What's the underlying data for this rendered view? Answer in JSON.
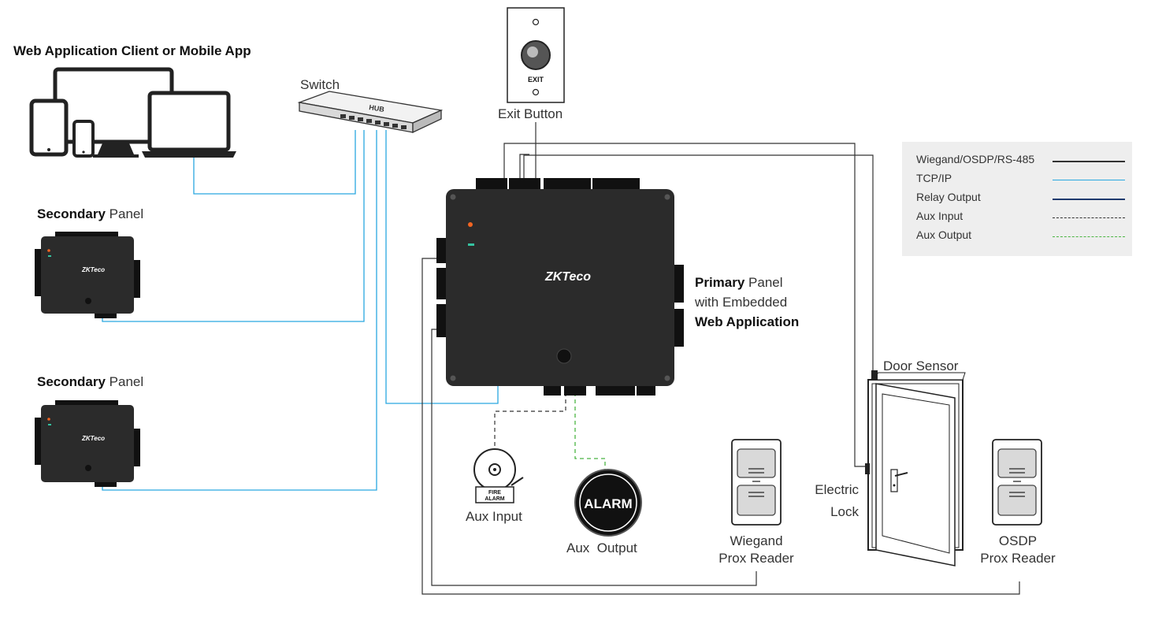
{
  "title": "Web Application Client or Mobile App",
  "switch": {
    "label": "Switch",
    "hub_text": "HUB"
  },
  "exit_button": {
    "label": "Exit Button",
    "button_text": "EXIT"
  },
  "secondary_panels": [
    {
      "bold": "Secondary",
      "rest": " Panel",
      "logo": "ZKTeco"
    },
    {
      "bold": "Secondary",
      "rest": " Panel",
      "logo": "ZKTeco"
    }
  ],
  "primary_panel": {
    "line1_bold": "Primary",
    "line1_rest": " Panel",
    "line2": "with Embedded",
    "line3_bold": "Web Application",
    "logo": "ZKTeco"
  },
  "legend": [
    {
      "label": "Wiegand/OSDP/RS-485",
      "color": "#333333",
      "style": "solid"
    },
    {
      "label": "TCP/IP",
      "color": "#29a8e0",
      "style": "solid"
    },
    {
      "label": "Relay Output",
      "color": "#1f3a6e",
      "style": "solid"
    },
    {
      "label": "Aux Input",
      "color": "#333333",
      "style": "dashed"
    },
    {
      "label": "Aux Output",
      "color": "#4bb543",
      "style": "dashed"
    }
  ],
  "aux_input": {
    "label": "Aux Input",
    "device_text_1": "FIRE",
    "device_text_2": "ALARM"
  },
  "aux_output": {
    "label": "Aux  Output",
    "device_text": "ALARM"
  },
  "door_sensor": {
    "label": "Door Sensor"
  },
  "electric_lock": {
    "line1": "Electric",
    "line2": "Lock"
  },
  "wiegand_reader": {
    "line1": "Wiegand",
    "line2": "Prox Reader"
  },
  "osdp_reader": {
    "line1": "OSDP",
    "line2": "Prox Reader"
  },
  "colors": {
    "tcpip": "#29a8e0",
    "wiegand": "#333333",
    "aux_output": "#4bb543",
    "panel": "#2b2b2b"
  }
}
